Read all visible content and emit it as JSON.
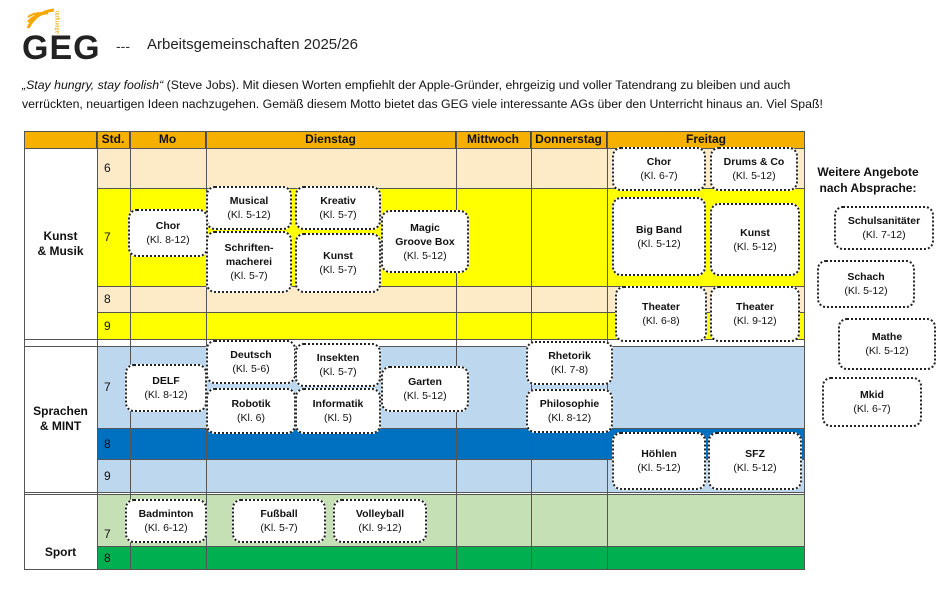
{
  "logo": {
    "text": "GEG",
    "sub": "attempto",
    "color": "#f5a800"
  },
  "header": {
    "separator": "---",
    "title": "Arbeitsgemeinschaften 2025/26"
  },
  "intro": {
    "quote": "„Stay hungry, stay foolish“",
    "line1_rest": " (Steve Jobs). Mit diesen Worten empfiehlt der Apple-Gründer, ehrgeizig und voller Tatendrang zu bleiben und auch",
    "line2": "verrückten, neuartigen Ideen nachzugehen. Gemäß diesem Motto bietet das GEG viele interessante AGs über den Unterricht hinaus an. Viel Spaß!"
  },
  "table": {
    "headers": {
      "std": "Std.",
      "mo": "Mo",
      "di": "Dienstag",
      "mi": "Mittwoch",
      "do": "Donnerstag",
      "fr": "Freitag"
    },
    "groups": {
      "kunst": "Kunst\n& Musik",
      "sprachen": "Sprachen\n& MINT",
      "sport": "Sport"
    },
    "hours": {
      "k6": "6",
      "k7": "7",
      "k8": "8",
      "k9": "9",
      "s7": "7",
      "s8": "8",
      "s9": "9",
      "sp7": "7",
      "sp8": "8"
    }
  },
  "cards": {
    "chor_fr": {
      "name": "Chor",
      "kl": "(Kl. 6-7)"
    },
    "drums": {
      "name": "Drums & Co",
      "kl": "(Kl. 5-12)"
    },
    "musical": {
      "name": "Musical",
      "kl": "(Kl. 5-12)"
    },
    "kreativ": {
      "name": "Kreativ",
      "kl": "(Kl. 5-7)"
    },
    "chor_mo": {
      "name": "Chor",
      "kl": "(Kl. 8-12)"
    },
    "schrift": {
      "name": "Schriften-\nmacherei",
      "kl": "(Kl. 5-7)"
    },
    "kunst_di": {
      "name": "Kunst",
      "kl": "(Kl. 5-7)"
    },
    "magic": {
      "name": "Magic\nGroove Box",
      "kl": "(Kl. 5-12)"
    },
    "bigband": {
      "name": "Big Band",
      "kl": "(Kl. 5-12)"
    },
    "kunst_fr": {
      "name": "Kunst",
      "kl": "(Kl. 5-12)"
    },
    "theater1": {
      "name": "Theater",
      "kl": "(Kl. 6-8)"
    },
    "theater2": {
      "name": "Theater",
      "kl": "(Kl. 9-12)"
    },
    "deutsch": {
      "name": "Deutsch",
      "kl": "(Kl. 5-6)"
    },
    "insekten": {
      "name": "Insekten",
      "kl": "(Kl. 5-7)"
    },
    "delf": {
      "name": "DELF",
      "kl": "(Kl. 8-12)"
    },
    "garten": {
      "name": "Garten",
      "kl": "(Kl. 5-12)"
    },
    "robotik": {
      "name": "Robotik",
      "kl": "(Kl. 6)"
    },
    "informatik": {
      "name": "Informatik",
      "kl": "(Kl. 5)"
    },
    "rhetorik": {
      "name": "Rhetorik",
      "kl": "(Kl. 7-8)"
    },
    "philo": {
      "name": "Philosophie",
      "kl": "(Kl. 8-12)"
    },
    "hoehlen": {
      "name": "Höhlen",
      "kl": "(Kl. 5-12)"
    },
    "sfz": {
      "name": "SFZ",
      "kl": "(Kl. 5-12)"
    },
    "badminton": {
      "name": "Badminton",
      "kl": "(Kl. 6-12)"
    },
    "fussball": {
      "name": "Fußball",
      "kl": "(Kl. 5-7)"
    },
    "volleyball": {
      "name": "Volleyball",
      "kl": "(Kl. 9-12)"
    }
  },
  "side": {
    "title": "Weitere Angebote\nnach Absprache:",
    "items": {
      "sani": {
        "name": "Schulsanitäter",
        "kl": "(Kl. 7-12)"
      },
      "schach": {
        "name": "Schach",
        "kl": "(Kl. 5-12)"
      },
      "mathe": {
        "name": "Mathe",
        "kl": "(Kl. 5-12)"
      },
      "mkid": {
        "name": "Mkid",
        "kl": "(Kl. 6-7)"
      }
    }
  },
  "colors": {
    "header": "#f5b000",
    "kunst_light": "#fdebc8",
    "kunst_yellow": "#ffff00",
    "sprachen_light": "#bdd7ee",
    "sprachen_dark": "#0070c0",
    "sport_light": "#c5e0b4",
    "sport_dark": "#00b050"
  }
}
